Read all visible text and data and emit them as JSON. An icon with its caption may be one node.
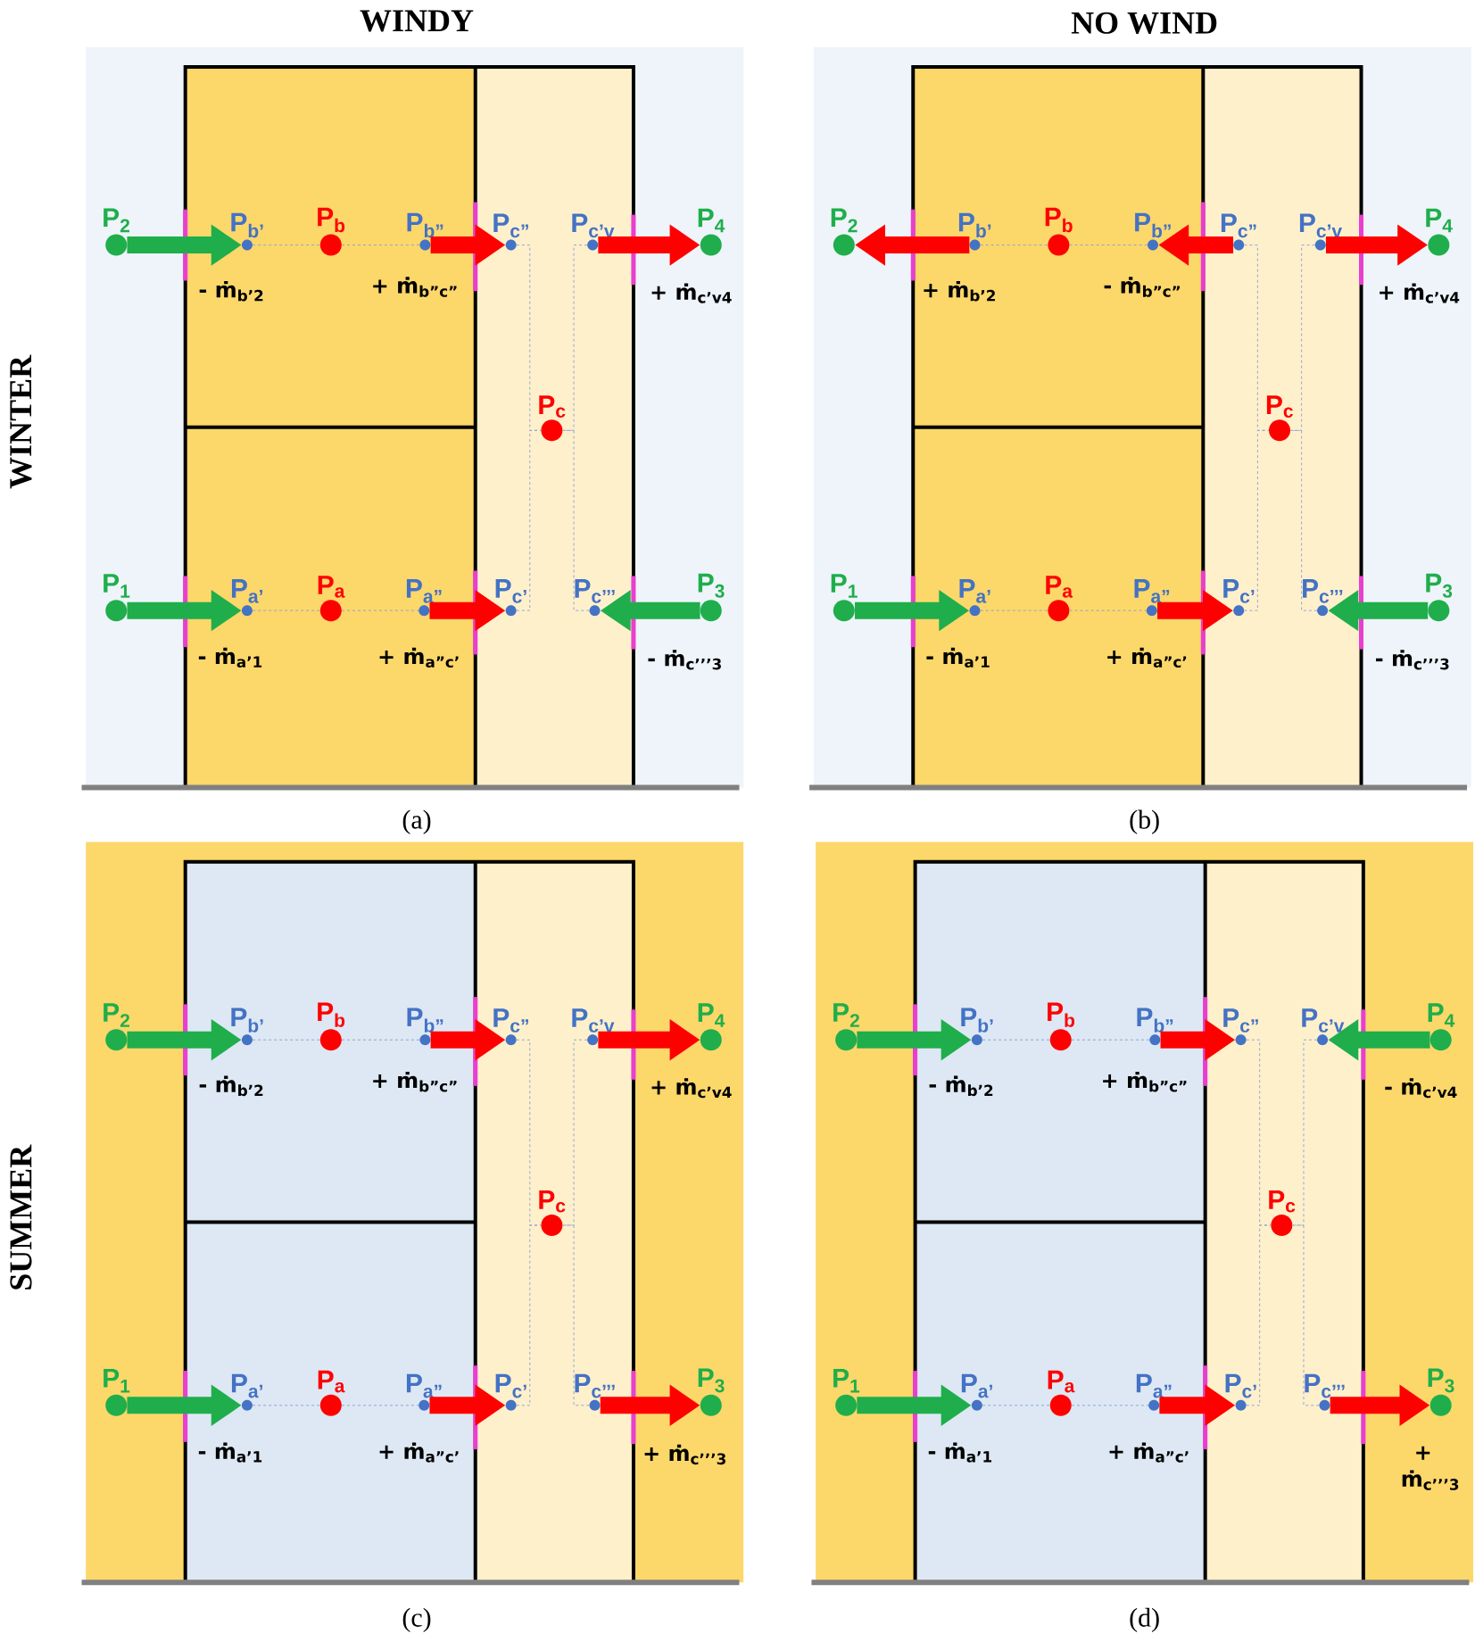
{
  "diagram": {
    "nodes": [
      {
        "text": [
          "P$_{2}$"
        ]
      },
      {
        "text": [
          "P$_{b’}$"
        ]
      },
      {
        "text": [
          "P$_{b}$"
        ]
      },
      {
        "text": [
          "P$_{b”}$"
        ]
      },
      {
        "text": [
          "P$_{c”}$"
        ]
      },
      {
        "text": [
          "P$_{c’v}$"
        ]
      },
      {
        "text": [
          "P$_{4}$"
        ]
      },
      {
        "text": [
          "P$_{c}$"
        ]
      },
      {
        "text": [
          "P$_{1}$"
        ]
      },
      {
        "text": [
          "P$_{a’}$"
        ]
      },
      {
        "text": [
          "P$_{a}$"
        ]
      },
      {
        "text": [
          "P$_{a”}$"
        ]
      },
      {
        "text": [
          "P$_{c’}$"
        ]
      },
      {
        "text": [
          "P$_{c’’’}$"
        ]
      },
      {
        "text": [
          "P$_{3}$"
        ]
      },
      {
        "text": [
          "P$_{2}$"
        ]
      },
      {
        "text": [
          "P$_{b’}$"
        ]
      },
      {
        "text": [
          "P$_{b}$"
        ]
      },
      {
        "text": [
          "P$_{b”}$"
        ]
      },
      {
        "text": [
          "P$_{c”}$"
        ]
      },
      {
        "text": [
          "P$_{c’v}$"
        ]
      },
      {
        "text": [
          "P$_{4}$"
        ]
      },
      {
        "text": [
          "P$_{c}$"
        ]
      },
      {
        "text": [
          "P$_{1}$"
        ]
      },
      {
        "text": [
          "P$_{a’}$"
        ]
      },
      {
        "text": [
          "P$_{a}$"
        ]
      },
      {
        "text": [
          "P$_{a”}$"
        ]
      },
      {
        "text": [
          "P$_{c’}$"
        ]
      },
      {
        "text": [
          "P$_{c’’’}$"
        ]
      },
      {
        "text": [
          "P$_{3}$"
        ]
      },
      {
        "text": [
          "P$_{2}$"
        ]
      },
      {
        "text": [
          "P$_{b’}$"
        ]
      },
      {
        "text": [
          "P$_{b}$"
        ]
      },
      {
        "text": [
          "P$_{b”}$"
        ]
      },
      {
        "text": [
          "P$_{c”}$"
        ]
      },
      {
        "text": [
          "P$_{c’v}$"
        ]
      },
      {
        "text": [
          "P$_{4}$"
        ]
      },
      {
        "text": [
          "P$_{c}$"
        ]
      },
      {
        "text": [
          "P$_{1}$"
        ]
      },
      {
        "text": [
          "P$_{a’}$"
        ]
      },
      {
        "text": [
          "P$_{a}$"
        ]
      },
      {
        "text": [
          "P$_{a”}$"
        ]
      },
      {
        "text": [
          "P$_{c’}$"
        ]
      },
      {
        "text": [
          "P$_{c’’’}$"
        ]
      },
      {
        "text": [
          "P$_{3}$"
        ]
      },
      {
        "text": [
          "P$_{2}$"
        ]
      },
      {
        "text": [
          "P$_{b’}$"
        ]
      },
      {
        "text": [
          "P$_{b}$"
        ]
      },
      {
        "text": [
          "P$_{b”}$"
        ]
      },
      {
        "text": [
          "P$_{c”}$"
        ]
      },
      {
        "text": [
          "P$_{c’v}$"
        ]
      },
      {
        "text": [
          "P$_{4}$"
        ]
      },
      {
        "text": [
          "P$_{c}$"
        ]
      },
      {
        "text": [
          "P$_{1}$"
        ]
      },
      {
        "text": [
          "P$_{a’}$"
        ]
      },
      {
        "text": [
          "P$_{a}$"
        ]
      },
      {
        "text": [
          "P$_{a”}$"
        ]
      },
      {
        "text": [
          "P$_{c’}$"
        ]
      },
      {
        "text": [
          "P$_{c’’’}$"
        ]
      },
      {
        "text": [
          "P$_{3}$"
        ]
      }
    ],
    "edges": [
      {
        "from": 0,
        "to": 1,
        "arrow": "to",
        "label": "- ṁ$_{b’2}$",
        "style": "thick",
        "color": "#1fae4b"
      },
      {
        "from": 1,
        "to": 2,
        "arrow": "none",
        "style": "dashed"
      },
      {
        "from": 2,
        "to": 3,
        "arrow": "none",
        "style": "dashed"
      },
      {
        "from": 3,
        "to": 4,
        "arrow": "to",
        "label": "+ ṁ$_{b”c”}$",
        "style": "thick",
        "color": "#ff0000"
      },
      {
        "from": 4,
        "to": 7,
        "arrow": "none",
        "style": "dashed"
      },
      {
        "from": 5,
        "to": 7,
        "arrow": "none",
        "style": "dashed"
      },
      {
        "from": 5,
        "to": 6,
        "arrow": "to",
        "label": "+ ṁ$_{c’v4}$",
        "style": "thick",
        "color": "#ff0000"
      },
      {
        "from": 8,
        "to": 9,
        "arrow": "to",
        "label": "- ṁ$_{a’1}$",
        "style": "thick",
        "color": "#1fae4b"
      },
      {
        "from": 9,
        "to": 10,
        "arrow": "none",
        "style": "dashed"
      },
      {
        "from": 10,
        "to": 11,
        "arrow": "none",
        "style": "dashed"
      },
      {
        "from": 11,
        "to": 12,
        "arrow": "to",
        "label": "+ ṁ$_{a”c’}$",
        "style": "thick",
        "color": "#ff0000"
      },
      {
        "from": 12,
        "to": 7,
        "arrow": "none",
        "style": "dashed"
      },
      {
        "from": 13,
        "to": 7,
        "arrow": "none",
        "style": "dashed"
      },
      {
        "from": 14,
        "to": 13,
        "arrow": "to",
        "label": "- ṁ$_{c’’’3}$",
        "style": "thick",
        "color": "#1fae4b"
      },
      {
        "from": 16,
        "to": 15,
        "arrow": "to",
        "label": "+ ṁ$_{b’2}$",
        "style": "thick",
        "color": "#ff0000"
      },
      {
        "from": 16,
        "to": 17,
        "arrow": "none",
        "style": "dashed"
      },
      {
        "from": 17,
        "to": 18,
        "arrow": "none",
        "style": "dashed"
      },
      {
        "from": 19,
        "to": 18,
        "arrow": "to",
        "label": "- ṁ$_{b”c”}$",
        "style": "thick",
        "color": "#ff0000"
      },
      {
        "from": 19,
        "to": 22,
        "arrow": "none",
        "style": "dashed"
      },
      {
        "from": 20,
        "to": 22,
        "arrow": "none",
        "style": "dashed"
      },
      {
        "from": 20,
        "to": 21,
        "arrow": "to",
        "label": "+ ṁ$_{c’v4}$",
        "style": "thick",
        "color": "#ff0000"
      },
      {
        "from": 23,
        "to": 24,
        "arrow": "to",
        "label": "- ṁ$_{a’1}$",
        "style": "thick",
        "color": "#1fae4b"
      },
      {
        "from": 24,
        "to": 25,
        "arrow": "none",
        "style": "dashed"
      },
      {
        "from": 25,
        "to": 26,
        "arrow": "none",
        "style": "dashed"
      },
      {
        "from": 26,
        "to": 27,
        "arrow": "to",
        "label": "+ ṁ$_{a”c’}$",
        "style": "thick",
        "color": "#ff0000"
      },
      {
        "from": 27,
        "to": 22,
        "arrow": "none",
        "style": "dashed"
      },
      {
        "from": 28,
        "to": 22,
        "arrow": "none",
        "style": "dashed"
      },
      {
        "from": 29,
        "to": 28,
        "arrow": "to",
        "label": "- ṁ$_{c’’’3}$",
        "style": "thick",
        "color": "#1fae4b"
      },
      {
        "from": 30,
        "to": 31,
        "arrow": "to",
        "label": "- ṁ$_{b’2}$",
        "style": "thick",
        "color": "#1fae4b"
      },
      {
        "from": 31,
        "to": 32,
        "arrow": "none",
        "style": "dashed"
      },
      {
        "from": 32,
        "to": 33,
        "arrow": "none",
        "style": "dashed"
      },
      {
        "from": 33,
        "to": 34,
        "arrow": "to",
        "label": "+ ṁ$_{b”c”}$",
        "style": "thick",
        "color": "#ff0000"
      },
      {
        "from": 34,
        "to": 37,
        "arrow": "none",
        "style": "dashed"
      },
      {
        "from": 35,
        "to": 37,
        "arrow": "none",
        "style": "dashed"
      },
      {
        "from": 35,
        "to": 36,
        "arrow": "to",
        "label": "+ ṁ$_{c’v4}$",
        "style": "thick",
        "color": "#ff0000"
      },
      {
        "from": 38,
        "to": 39,
        "arrow": "to",
        "label": "- ṁ$_{a’1}$",
        "style": "thick",
        "color": "#1fae4b"
      },
      {
        "from": 39,
        "to": 40,
        "arrow": "none",
        "style": "dashed"
      },
      {
        "from": 40,
        "to": 41,
        "arrow": "none",
        "style": "dashed"
      },
      {
        "from": 41,
        "to": 42,
        "arrow": "to",
        "label": "+ ṁ$_{a”c’}$",
        "style": "thick",
        "color": "#ff0000"
      },
      {
        "from": 42,
        "to": 37,
        "arrow": "none",
        "style": "dashed"
      },
      {
        "from": 43,
        "to": 37,
        "arrow": "none",
        "style": "dashed"
      },
      {
        "from": 43,
        "to": 44,
        "arrow": "to",
        "label": "+ ṁ$_{c’’’3}$",
        "style": "thick",
        "color": "#ff0000"
      },
      {
        "from": 45,
        "to": 46,
        "arrow": "to",
        "label": "- ṁ$_{b’2}$",
        "style": "thick",
        "color": "#1fae4b"
      },
      {
        "from": 46,
        "to": 47,
        "arrow": "none",
        "style": "dashed"
      },
      {
        "from": 47,
        "to": 48,
        "arrow": "none",
        "style": "dashed"
      },
      {
        "from": 48,
        "to": 49,
        "arrow": "to",
        "label": "+ ṁ$_{b”c”}$",
        "style": "thick",
        "color": "#ff0000"
      },
      {
        "from": 49,
        "to": 52,
        "arrow": "none",
        "style": "dashed"
      },
      {
        "from": 50,
        "to": 52,
        "arrow": "none",
        "style": "dashed"
      },
      {
        "from": 51,
        "to": 50,
        "arrow": "to",
        "label": "- ṁ$_{c’v4}$",
        "style": "thick",
        "color": "#1fae4b"
      },
      {
        "from": 53,
        "to": 54,
        "arrow": "to",
        "label": "- ṁ$_{a’1}$",
        "style": "thick",
        "color": "#1fae4b"
      },
      {
        "from": 54,
        "to": 55,
        "arrow": "none",
        "style": "dashed"
      },
      {
        "from": 55,
        "to": 56,
        "arrow": "none",
        "style": "dashed"
      },
      {
        "from": 56,
        "to": 57,
        "arrow": "to",
        "label": "+ ṁ$_{a”c’}$",
        "style": "thick",
        "color": "#ff0000"
      },
      {
        "from": 57,
        "to": 52,
        "arrow": "none",
        "style": "dashed"
      },
      {
        "from": 58,
        "to": 52,
        "arrow": "none",
        "style": "dashed"
      },
      {
        "from": 58,
        "to": 59,
        "arrow": "to",
        "label": "+ ṁ$_{c’’’3}$",
        "style": "thick",
        "color": "#ff0000"
      }
    ],
    "labels": [
      "WINDY",
      "NO WIND",
      "WINTER",
      "(a)",
      "(b)",
      "SUMMER",
      "(c)",
      "(d)"
    ]
  }
}
